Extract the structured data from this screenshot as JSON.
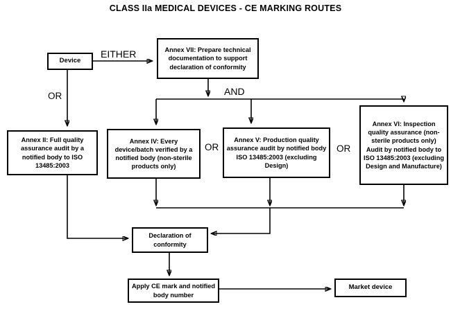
{
  "title": "CLASS IIa MEDICAL DEVICES - CE MARKING ROUTES",
  "nodes": {
    "device": "Device",
    "annex_vii": "Annex VII: Prepare technical documentation to support declaration of conformity",
    "annex_ii": "Annex II: Full quality assurance audit by a notified body to ISO 13485:2003",
    "annex_iv": "Annex IV: Every device/batch verified by a notified body (non-sterile products only)",
    "annex_v": "Annex V: Production quality assurance audit by notified body ISO 13485:2003 (excluding Design)",
    "annex_vi": "Annex VI: Inspection quality assurance (non-sterile products only) Audit by notified body to ISO 13485:2003 (excluding Design and Manufacture)",
    "declaration": "Declaration of conformity",
    "apply_ce": "Apply CE mark and notified body number",
    "market": "Market device"
  },
  "labels": {
    "either": "EITHER",
    "or_device": "OR",
    "and": "AND",
    "or_iv_v": "OR",
    "or_v_vi": "OR"
  },
  "colors": {
    "line": "#000000",
    "box_border": "#000000",
    "background": "#ffffff",
    "text": "#000000"
  },
  "chart_data": {
    "type": "diagram",
    "flow": [
      {
        "from": "device",
        "to": "annex_vii",
        "label": "EITHER"
      },
      {
        "from": "device",
        "to": "annex_ii",
        "label": "OR"
      },
      {
        "from": "annex_vii",
        "to": "annex_iv",
        "label": "AND"
      },
      {
        "from": "annex_vii",
        "to": "annex_v",
        "label": "AND"
      },
      {
        "from": "annex_vii",
        "to": "annex_vi",
        "label": "AND"
      },
      {
        "from": "annex_ii",
        "to": "declaration",
        "label": ""
      },
      {
        "from": "annex_iv",
        "to": "declaration",
        "label": ""
      },
      {
        "from": "annex_v",
        "to": "declaration",
        "label": ""
      },
      {
        "from": "annex_vi",
        "to": "declaration",
        "label": ""
      },
      {
        "from": "declaration",
        "to": "apply_ce",
        "label": ""
      },
      {
        "from": "apply_ce",
        "to": "market",
        "label": ""
      }
    ]
  }
}
